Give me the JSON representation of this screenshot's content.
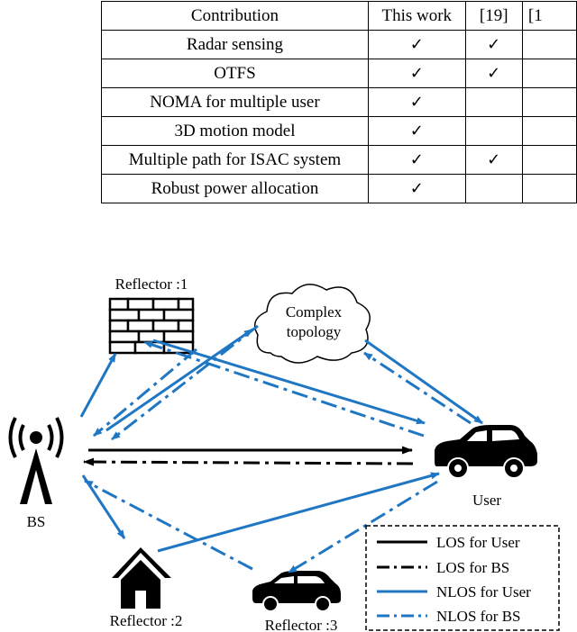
{
  "table": {
    "headers": [
      "Contribution",
      "This work",
      "[19]",
      "[1"
    ],
    "rows": [
      {
        "label": "Radar sensing",
        "this_work": "✓",
        "ref19": "✓",
        "ref1": ""
      },
      {
        "label": "OTFS",
        "this_work": "✓",
        "ref19": "✓",
        "ref1": ""
      },
      {
        "label": "NOMA for multiple user",
        "this_work": "✓",
        "ref19": "",
        "ref1": ""
      },
      {
        "label": "3D motion model",
        "this_work": "✓",
        "ref19": "",
        "ref1": ""
      },
      {
        "label": "Multiple path for ISAC system",
        "this_work": "✓",
        "ref19": "✓",
        "ref1": ""
      },
      {
        "label": "Robust power allocation",
        "this_work": "✓",
        "ref19": "",
        "ref1": ""
      }
    ]
  },
  "diagram": {
    "labels": {
      "reflector1": "Reflector :1",
      "reflector2": "Reflector :2",
      "reflector3": "Reflector :3",
      "complex_line1": "Complex",
      "complex_line2": "topology",
      "bs": "BS",
      "user": "User"
    },
    "legend": [
      {
        "label": "LOS for User",
        "color": "#000000",
        "style": "solid"
      },
      {
        "label": "LOS for BS",
        "color": "#000000",
        "style": "dashdot"
      },
      {
        "label": "NLOS for User",
        "color": "#1f77c4",
        "style": "solid"
      },
      {
        "label": "NLOS for BS",
        "color": "#1f77c4",
        "style": "dashdot"
      }
    ],
    "colors": {
      "blue": "#1f77c4",
      "black": "#000000"
    },
    "icons": [
      "antenna-tower-icon",
      "brick-wall-icon",
      "cloud-icon",
      "house-icon",
      "car-icon"
    ]
  }
}
